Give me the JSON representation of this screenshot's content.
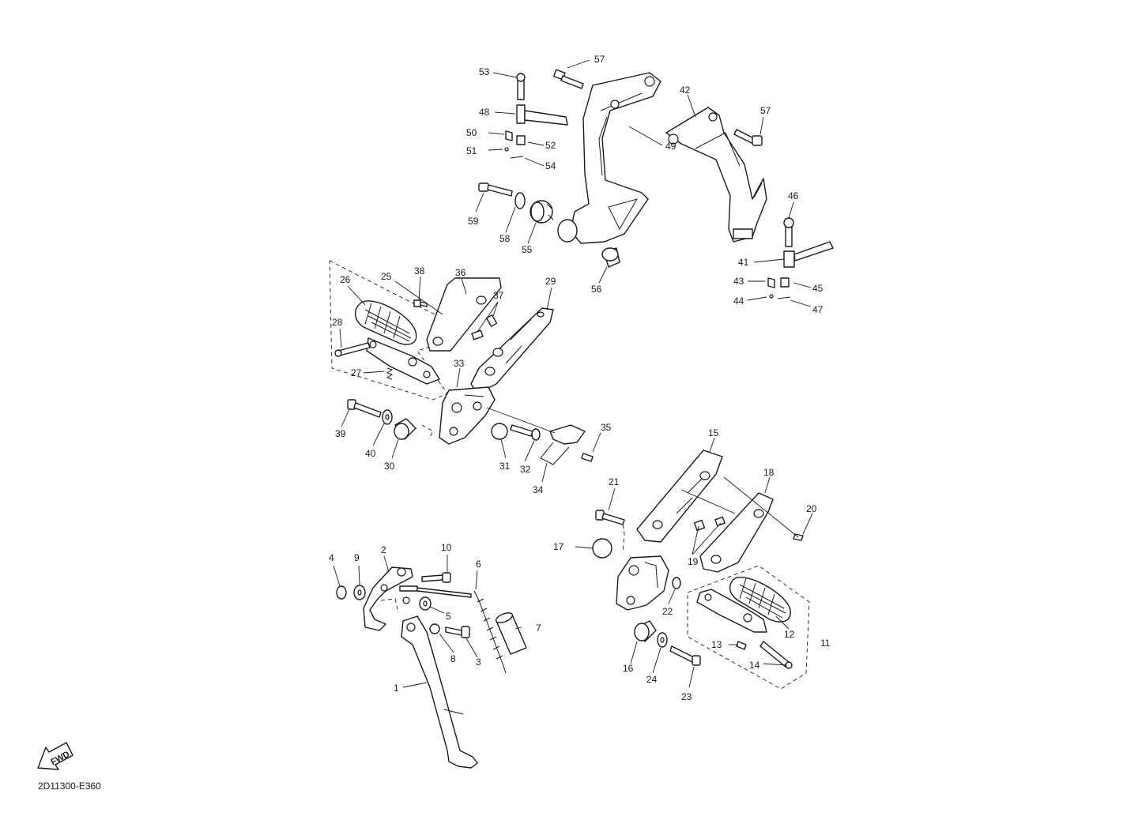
{
  "diagram": {
    "code": "2D11300-E360",
    "fwd_label": "FWD",
    "callouts": [
      "1",
      "2",
      "3",
      "4",
      "5",
      "6",
      "7",
      "8",
      "9",
      "10",
      "11",
      "12",
      "13",
      "14",
      "15",
      "16",
      "17",
      "18",
      "19",
      "20",
      "21",
      "22",
      "23",
      "24",
      "25",
      "26",
      "27",
      "28",
      "29",
      "30",
      "31",
      "32",
      "33",
      "34",
      "35",
      "36",
      "37",
      "38",
      "39",
      "40",
      "41",
      "42",
      "43",
      "44",
      "45",
      "46",
      "47",
      "48",
      "49",
      "50",
      "51",
      "52",
      "53",
      "54",
      "55",
      "56",
      "57",
      "57",
      "58",
      "59"
    ],
    "colors": {
      "ink": "#1a1a1a",
      "paper": "#ffffff"
    }
  }
}
